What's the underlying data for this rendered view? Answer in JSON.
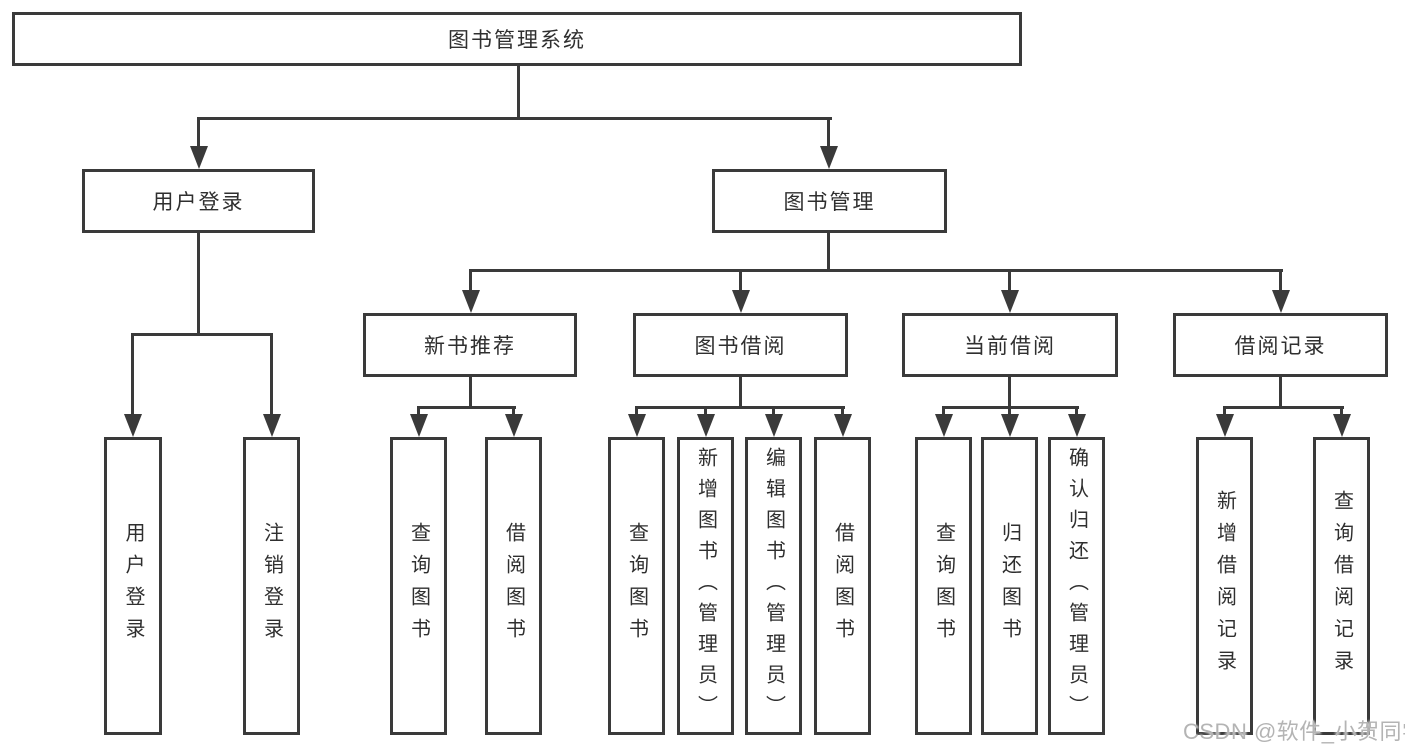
{
  "colors": {
    "line": "#3a3a3a",
    "text": "#2f2f2f",
    "watermark": "#b4b4b4",
    "background": "#ffffff"
  },
  "tree": {
    "root": {
      "label": "图书管理系统"
    },
    "branches": [
      {
        "label": "用户登录",
        "children": [
          {
            "label": "用户登录"
          },
          {
            "label": "注销登录"
          }
        ]
      },
      {
        "label": "图书管理",
        "children": [
          {
            "label": "新书推荐",
            "children": [
              {
                "label": "查询图书"
              },
              {
                "label": "借阅图书"
              }
            ]
          },
          {
            "label": "图书借阅",
            "children": [
              {
                "label": "查询图书"
              },
              {
                "label": "新增图书（管理员）"
              },
              {
                "label": "编辑图书（管理员）"
              },
              {
                "label": "借阅图书"
              }
            ]
          },
          {
            "label": "当前借阅",
            "children": [
              {
                "label": "查询图书"
              },
              {
                "label": "归还图书"
              },
              {
                "label": "确认归还（管理员）"
              }
            ]
          },
          {
            "label": "借阅记录",
            "children": [
              {
                "label": "新增借阅记录"
              },
              {
                "label": "查询借阅记录"
              }
            ]
          }
        ]
      }
    ]
  },
  "watermark": "CSDN @软件_小贺同学"
}
